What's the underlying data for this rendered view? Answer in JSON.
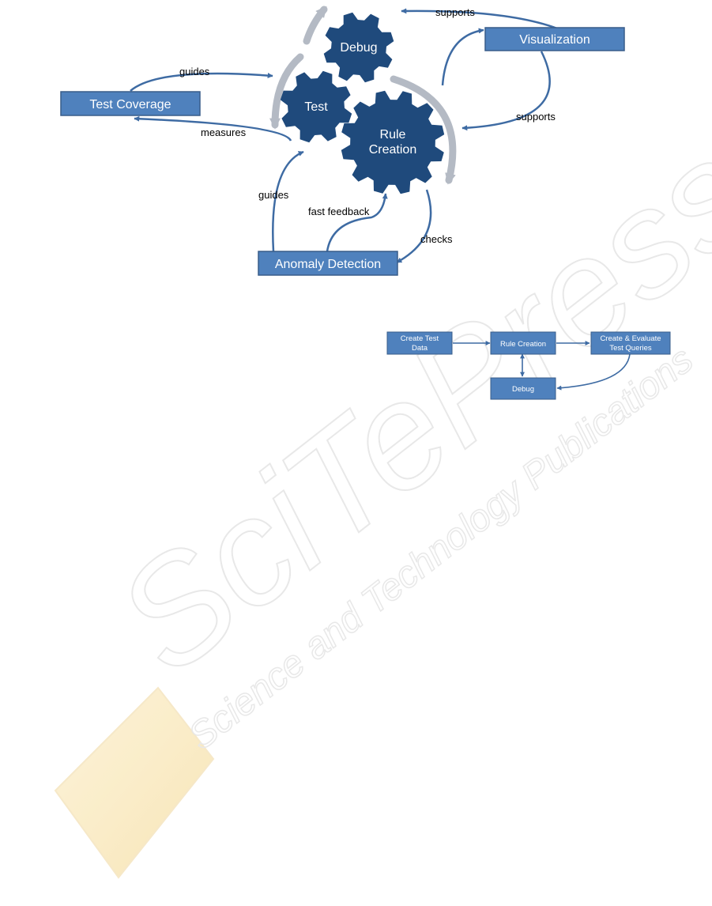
{
  "figure1": {
    "boxes": {
      "test_coverage": "Test Coverage",
      "visualization": "Visualization",
      "anomaly_detection": "Anomaly Detection"
    },
    "gears": {
      "debug": "Debug",
      "test": "Test",
      "rule_creation_line1": "Rule",
      "rule_creation_line2": "Creation"
    },
    "edge_labels": {
      "supports_top": "supports",
      "supports_right": "supports",
      "guides_top": "guides",
      "measures": "measures",
      "guides_bottom": "guides",
      "fast_feedback": "fast feedback",
      "checks": "checks"
    }
  },
  "figure2": {
    "boxes": {
      "create_test_data_line1": "Create Test",
      "create_test_data_line2": "Data",
      "rule_creation": "Rule Creation",
      "create_evaluate_line1": "Create & Evaluate",
      "create_evaluate_line2": "Test Queries",
      "debug": "Debug"
    }
  },
  "watermark": {
    "title": "SciTePress",
    "subtitle": "Science and Technology Publications"
  },
  "colors": {
    "box_fill": "#4f81bd",
    "box_stroke": "#385d8a",
    "gear_fill": "#1f4a7c",
    "arrow": "#3e6ba3",
    "cycle_arrow": "#b4bac4",
    "watermark": "#e8e8e8"
  }
}
